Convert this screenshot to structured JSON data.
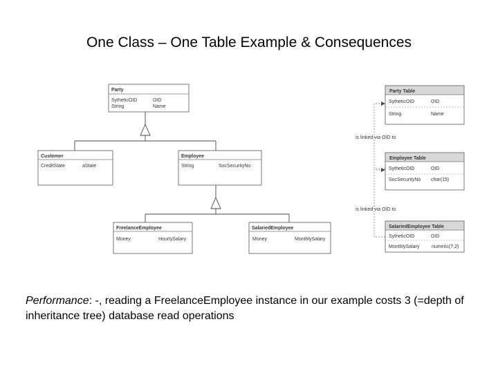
{
  "slide": {
    "title": "One Class – One Table Example & Consequences"
  },
  "uml": {
    "party": {
      "name": "Party",
      "attrs": [
        [
          "SytheticOID",
          "OID"
        ],
        [
          "String",
          "Name"
        ]
      ]
    },
    "customer": {
      "name": "Customer",
      "attrs": [
        [
          "CreditState",
          "aState"
        ]
      ]
    },
    "employee": {
      "name": "Employee",
      "attrs": [
        [
          "String",
          "SocSecurityNo"
        ]
      ]
    },
    "freelance": {
      "name": "FreelanceEmployee",
      "attrs": [
        [
          "Money",
          "HourlySalary"
        ]
      ]
    },
    "salaried": {
      "name": "SalariedEmployee",
      "attrs": [
        [
          "Money",
          "MonthlySalary"
        ]
      ]
    }
  },
  "tables": {
    "party": {
      "name": "Party Table",
      "rows": [
        [
          "SytheticOID",
          "OID"
        ],
        [
          "String",
          "Name"
        ]
      ]
    },
    "employee": {
      "name": "Employee Table",
      "rows": [
        [
          "SytheticOID",
          "OID"
        ],
        [
          "SocSecurityNo",
          "char(15)"
        ]
      ]
    },
    "salaried": {
      "name": "SalariedEmployee Table",
      "rows": [
        [
          "SytheticOID",
          "OID"
        ],
        [
          "MonthlySalary",
          "numeric(7,2)"
        ]
      ]
    }
  },
  "links": {
    "label": "is linked via OID to"
  },
  "caption": {
    "lead": "Performance",
    "rest": ": -,  reading a FreelanceEmployee instance in our example costs 3 (=depth of inheritance tree) database read operations"
  },
  "colors": {
    "table_header": "#d8d8d8",
    "line": "#444444"
  }
}
